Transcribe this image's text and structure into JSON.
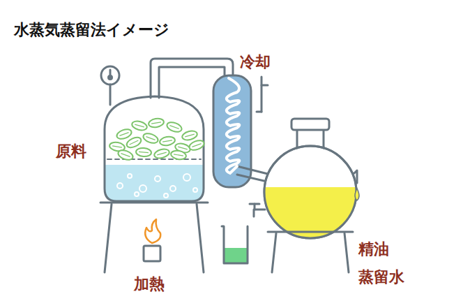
{
  "diagram": {
    "title": "水蒸気蒸留法イメージ",
    "labels": [
      "冷却",
      "原料",
      "加熱",
      "精油",
      "蒸留水"
    ]
  }
}
